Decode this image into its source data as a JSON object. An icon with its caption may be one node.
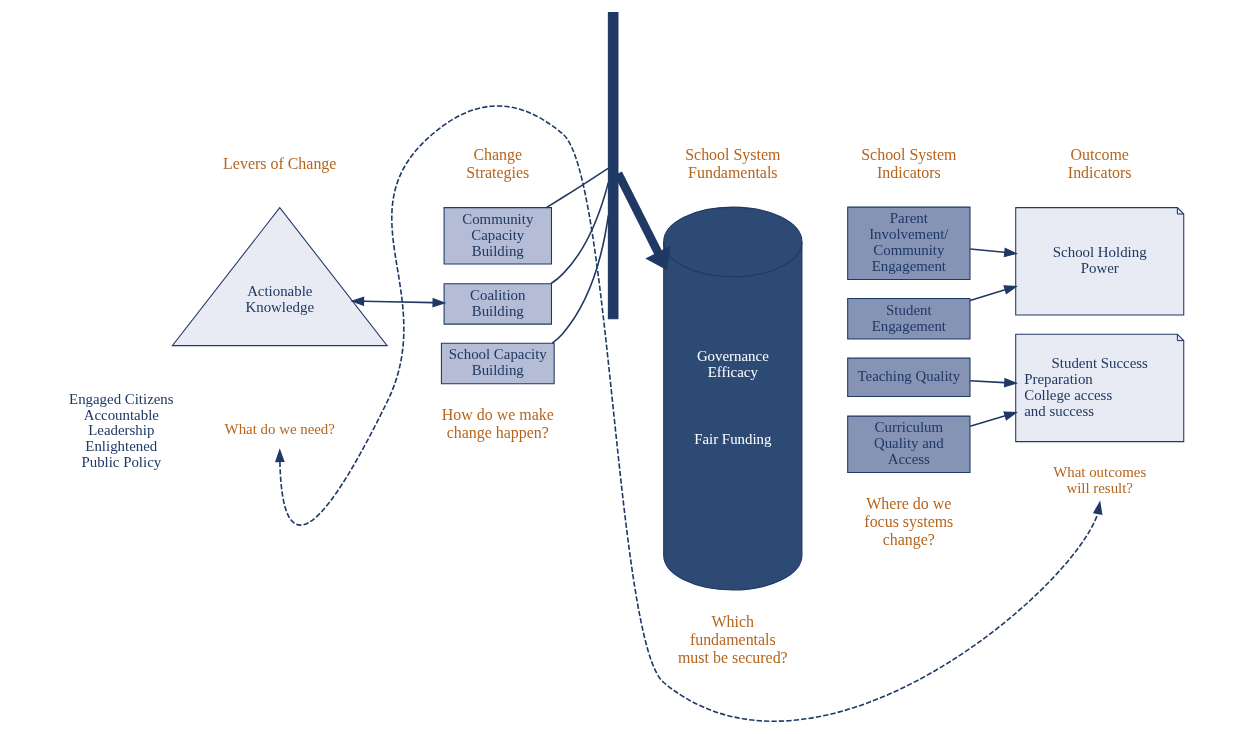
{
  "diagram": {
    "nodes": [
      {
        "text": [
          "Actionable Knowledge"
        ],
        "beside": [
          "Engaged Citizens",
          "Accountable Leadership",
          "Enlightened Public Policy"
        ]
      },
      {
        "text": [
          "Community Capacity Building"
        ]
      },
      {
        "text": [
          "Coalition Building"
        ]
      },
      {
        "text": [
          "School Capacity Building"
        ]
      },
      {
        "text": [],
        "shape": "bar"
      },
      {
        "text": [
          "Governance Efficacy",
          "Fair Funding"
        ]
      },
      {
        "text": [
          "Parent Involvement/ Community Engagement"
        ]
      },
      {
        "text": [
          "Student Engagement"
        ]
      },
      {
        "text": [
          "Teaching Quality"
        ]
      },
      {
        "text": [
          "Curriculum Quality and Access"
        ]
      },
      {
        "text": [
          "School Holding Power"
        ]
      },
      {
        "text": [
          "Student Success",
          "Preparation",
          "College access and success"
        ]
      },
      {
        "text": [
          "What do we need?"
        ]
      },
      {
        "text": [
          "What outcomes will result?"
        ]
      }
    ],
    "edges": [
      {
        "from": 0,
        "to": 2,
        "arrow": "both"
      },
      {
        "from": 1,
        "to": 4,
        "arrow": "none"
      },
      {
        "from": 2,
        "to": 4,
        "arrow": "none"
      },
      {
        "from": 3,
        "to": 4,
        "arrow": "none"
      },
      {
        "from": 4,
        "to": 5,
        "arrow": "to",
        "style": "thick"
      },
      {
        "from": 6,
        "to": 10,
        "arrow": "to"
      },
      {
        "from": 7,
        "to": 10,
        "arrow": "to"
      },
      {
        "from": 8,
        "to": 11,
        "arrow": "to"
      },
      {
        "from": 9,
        "to": 11,
        "arrow": "to"
      },
      {
        "from": 12,
        "to": 13,
        "arrow": "both",
        "style": "dashed"
      }
    ],
    "labels": [
      "Levers of Change",
      "Change Strategies",
      "School System Fundamentals",
      "School System Indicators",
      "Outcome Indicators",
      "How do we make change happen?",
      "Which fundamentals must be secured?",
      "Where do we focus systems change?"
    ]
  }
}
